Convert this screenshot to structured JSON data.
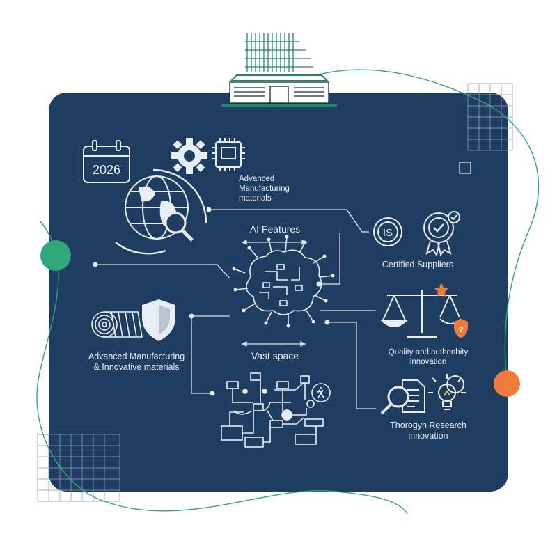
{
  "calendar": {
    "year": "2026"
  },
  "badge": {
    "text": "IS"
  },
  "labels": {
    "advanced_materials": "Advanced\nManufacturing\nmaterials",
    "ai_features": "AI Features",
    "certified_suppliers": "Certified Suppliers",
    "quality_line1": "Quality and authenhity",
    "quality_line2": "innovation",
    "advanced_innovative_line1": "Advanced Manufacturing",
    "advanced_innovative_line2": "& Innovative materials",
    "vast_space": "Vast space",
    "research_line1": "Thorogyh Research",
    "research_line2": "innovation"
  },
  "colors": {
    "background": "#ffffff",
    "card": "#1f3c61",
    "line": "#d9e2ec",
    "accent_green": "#2ea877",
    "accent_orange": "#f07a3a",
    "grid": "#4a5f7a",
    "building_green": "#1f8a5c"
  }
}
